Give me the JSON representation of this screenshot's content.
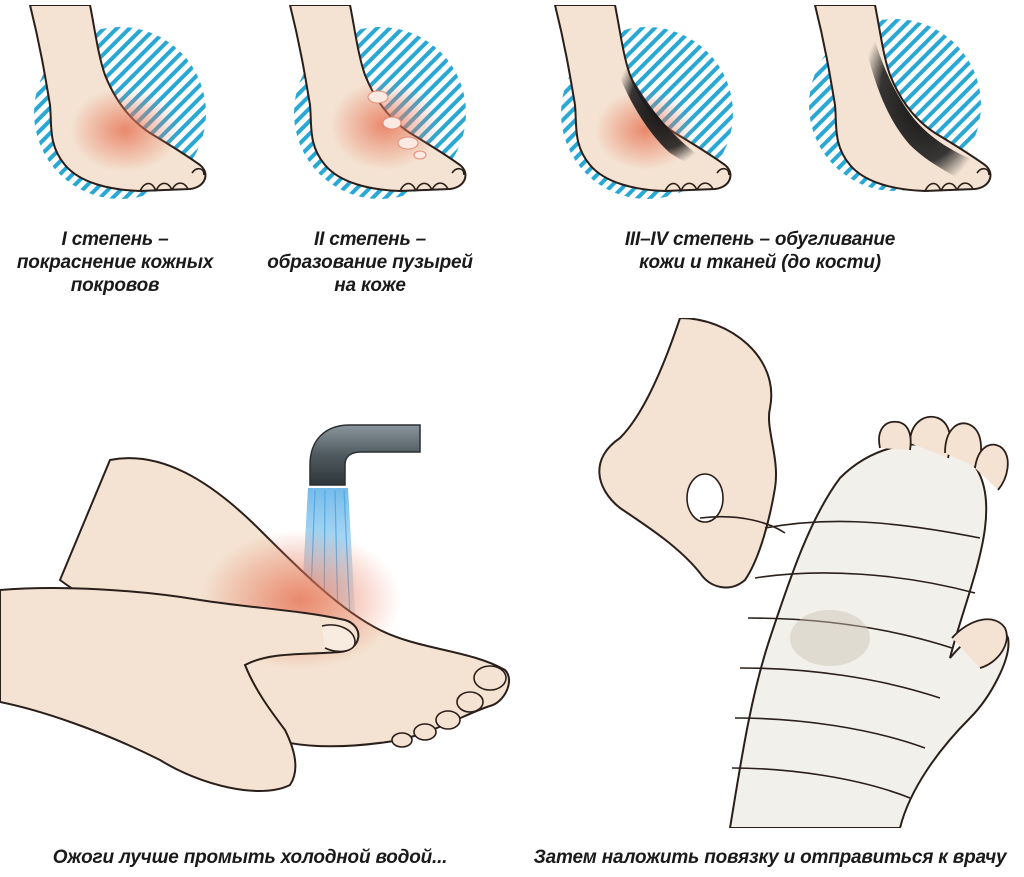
{
  "degrees": [
    {
      "lines": [
        "I степень –",
        "покраснение кожных",
        "покровов"
      ]
    },
    {
      "lines": [
        "II степень –",
        "образование пузырей",
        "на коже"
      ]
    },
    {
      "lines": [
        "III–IV степень – обугливание",
        "кожи и тканей (до кости)"
      ]
    }
  ],
  "steps": [
    {
      "caption": "Ожоги лучше промыть холодной водой..."
    },
    {
      "caption": "Затем наложить повязку и отправиться к врачу"
    }
  ],
  "colors": {
    "skin": "#f4e3d2",
    "outline": "#2a1f1a",
    "redness": "#e8785a",
    "char": "#111111",
    "hatch": "#29a8d6",
    "water": "#7fc4ee",
    "faucet": "#5e6a70",
    "bandage": "#f2f0ea"
  }
}
